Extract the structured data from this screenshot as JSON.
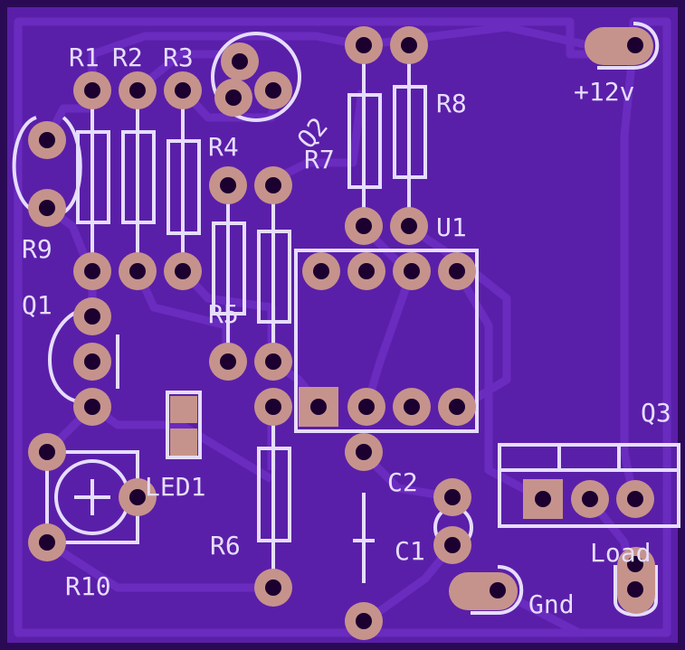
{
  "board": {
    "bg": "#2a0a55",
    "copper": "#5a1fa8",
    "trace": "#6a2bbf",
    "silk": "#e6ddff",
    "pad": "#c6938c",
    "hole": "#1b0030"
  },
  "labels": {
    "r1": "R1",
    "r2": "R2",
    "r3": "R3",
    "q2": "Q2",
    "r4": "R4",
    "r5": "R5",
    "r6": "R6",
    "r7": "R7",
    "r8": "R8",
    "r9": "R9",
    "r10": "R10",
    "q1": "Q1",
    "q3": "Q3",
    "u1": "U1",
    "led1": "LED1",
    "c1": "C1",
    "c2": "C2",
    "v12": "+12v",
    "gnd": "Gnd",
    "load": "Load"
  }
}
